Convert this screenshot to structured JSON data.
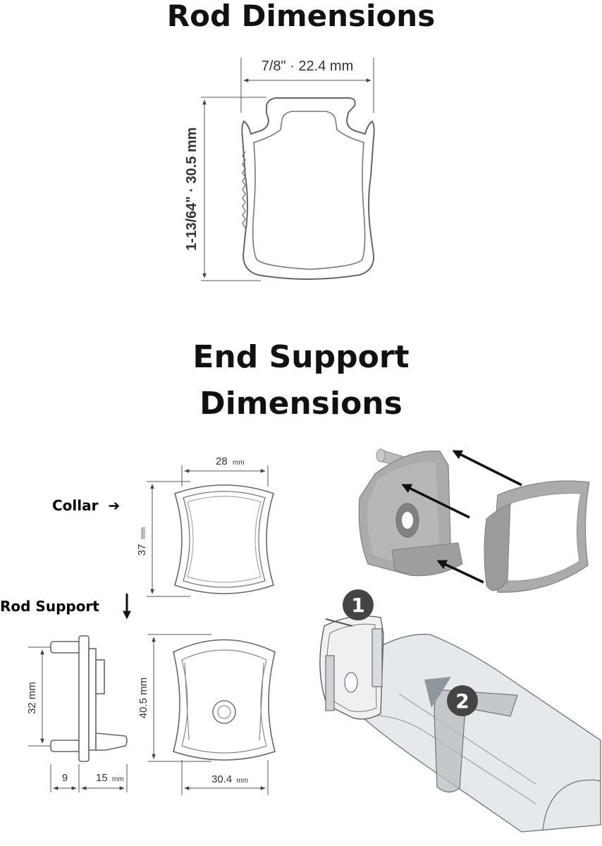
{
  "titles": {
    "rod": "Rod Dimensions",
    "support_line1": "End Support",
    "support_line2": "Dimensions"
  },
  "rod_profile": {
    "width_label": "7/8\" · 22.4 mm",
    "height_label": "1-13/64\" · 30.5 mm"
  },
  "collar": {
    "callout": "Collar",
    "width_value": "28",
    "width_unit": "mm",
    "height_value": "37",
    "height_unit": "mm"
  },
  "rod_support": {
    "callout": "Rod Support",
    "pin_spacing_label": "32 mm",
    "pin_depth_label": "9",
    "body_depth_value": "15",
    "body_depth_unit": "mm",
    "height_label": "40.5 mm",
    "width_value": "30.4",
    "width_unit": "mm"
  },
  "steps": {
    "step1": "1",
    "step2": "2"
  },
  "colors": {
    "part_gray": "#a9abad",
    "badge": "#444444",
    "line": "#555555"
  }
}
